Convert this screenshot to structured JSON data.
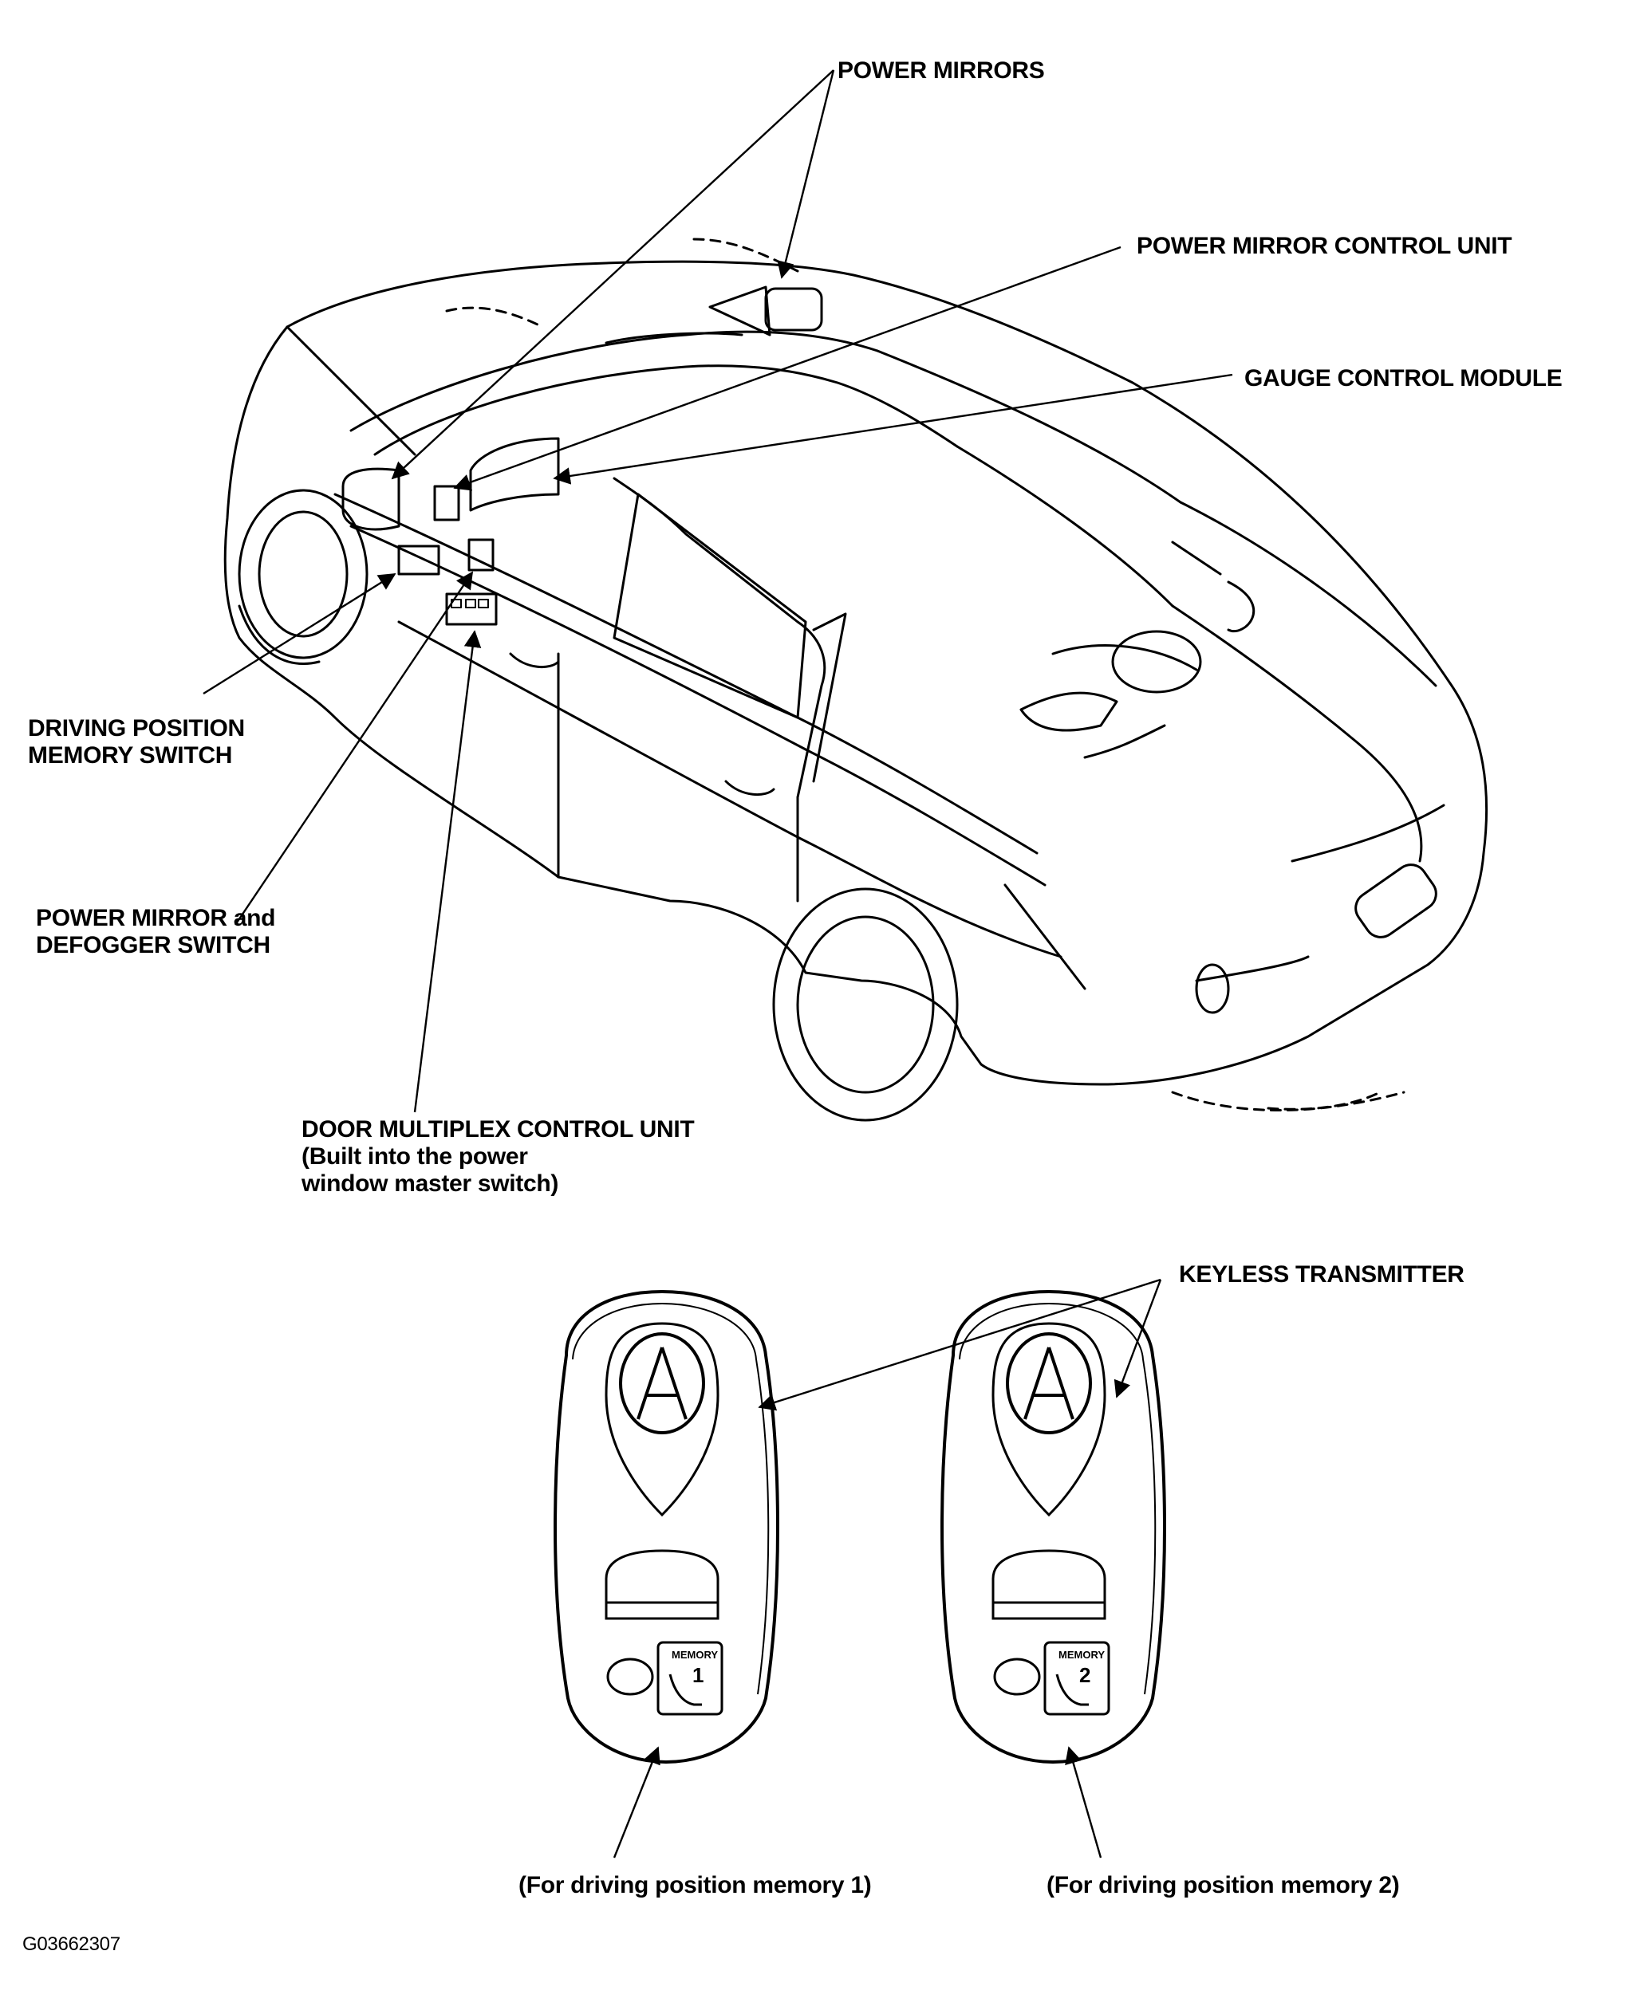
{
  "labels": {
    "power_mirrors": "POWER MIRRORS",
    "power_mirror_control_unit": "POWER MIRROR CONTROL UNIT",
    "gauge_control_module": "GAUGE CONTROL MODULE",
    "driving_position_memory_switch": [
      "DRIVING POSITION",
      "MEMORY SWITCH"
    ],
    "power_mirror_defogger_switch": [
      "POWER MIRROR and",
      "DEFOGGER SWITCH"
    ],
    "door_multiplex_control_unit": [
      "DOOR MULTIPLEX CONTROL UNIT",
      "(Built into the power",
      "window master switch)"
    ],
    "keyless_transmitter": "KEYLESS TRANSMITTER",
    "memory_1_caption": "(For driving position memory 1)",
    "memory_2_caption": "(For driving position memory 2)"
  },
  "transmitters": [
    {
      "button_text": "MEMORY",
      "button_number": "1"
    },
    {
      "button_text": "MEMORY",
      "button_number": "2"
    }
  ],
  "figure_code": "G03662307",
  "colors": {
    "ink": "#000000",
    "paper": "#ffffff"
  }
}
